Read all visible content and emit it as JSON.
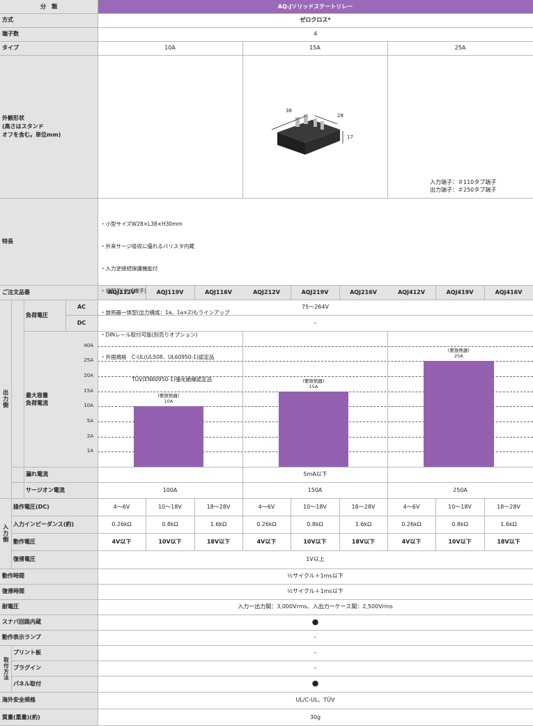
{
  "header": {
    "category_label": "分　類",
    "product_name": "AQ-Jソリッドステートリレー"
  },
  "rows": {
    "method": {
      "label": "方式",
      "value": "ゼロクロス*"
    },
    "terminals": {
      "label": "端子数",
      "value": "4"
    },
    "type": {
      "label": "タイプ",
      "values": [
        "10A",
        "15A",
        "25A"
      ]
    }
  },
  "appearance": {
    "label": "外観形状\n(高さはスタンド\nオフを含む。単位mm)",
    "dims": {
      "length": "38",
      "width": "28",
      "height": "17"
    },
    "terminal_note": "入力端子：＃110タブ端子\n出力端子：＃250タブ端子"
  },
  "features": {
    "label": "特長",
    "lines": [
      "・小型サイズW28×L38×H30mm",
      "・外来サージ吸収に優れるバリスタ内蔵",
      "・入力逆接続保護機能付",
      "・省配工(タブ端子)",
      "・放熱器一体型(出力構成：1a、1a×2)もラインアップ",
      "・DINレール取付可能(別売りオプション)",
      "・外国規格　C-UL(UL508、UL60950-1)認定品",
      "　　　　　　TÜV(EN60950-1)強化絶縁認定品"
    ]
  },
  "order_numbers": {
    "label": "ご注文品番",
    "values": [
      "AQJ112V",
      "AQJ119V",
      "AQJ116V",
      "AQJ212V",
      "AQJ219V",
      "AQJ216V",
      "AQJ412V",
      "AQJ419V",
      "AQJ416V"
    ]
  },
  "output_side": {
    "group_label": "出力側",
    "load_voltage": {
      "label": "負荷電圧",
      "ac_label": "AC",
      "ac_value": "75〜264V",
      "dc_label": "DC",
      "dc_value": "–"
    },
    "max_load_current": {
      "label": "最大容量\n負荷電流"
    },
    "leakage_current": {
      "label": "漏れ電流",
      "value": "5mA以下"
    },
    "surge_current": {
      "label": "サージオン電流",
      "values": [
        "100A",
        "150A",
        "250A"
      ]
    }
  },
  "chart_data": {
    "type": "bar",
    "categories": [
      "10A",
      "15A",
      "25A"
    ],
    "values": [
      10,
      15,
      25
    ],
    "bar_labels": [
      "(要放熱器)\n10A",
      "(要放熱器)\n15A",
      "(要放熱器)\n25A"
    ],
    "y_ticks": [
      "1A",
      "2A",
      "5A",
      "10A",
      "15A",
      "20A",
      "25A",
      "40A"
    ],
    "ylabel": "最大容量\n負荷電流",
    "grid": true,
    "bar_color": "#9461b0"
  },
  "input_side": {
    "group_label": "入力側",
    "operating_voltage": {
      "label": "操作電圧(DC)",
      "values": [
        "4〜6V",
        "10〜18V",
        "18〜28V",
        "4〜6V",
        "10〜18V",
        "18〜28V",
        "4〜6V",
        "10〜18V",
        "18〜28V"
      ]
    },
    "input_impedance": {
      "label": "入力インピーダンス(約)",
      "values": [
        "0.26kΩ",
        "0.8kΩ",
        "1.6kΩ",
        "0.26kΩ",
        "0.8kΩ",
        "1.6kΩ",
        "0.26kΩ",
        "0.8kΩ",
        "1.6kΩ"
      ]
    },
    "pickup_voltage": {
      "label": "動作電圧",
      "values": [
        "4V以下",
        "10V以下",
        "18V以下",
        "4V以下",
        "10V以下",
        "18V以下",
        "4V以下",
        "10V以下",
        "18V以下"
      ]
    },
    "dropout_voltage": {
      "label": "復帰電圧",
      "value": "1V以上"
    }
  },
  "bottom": {
    "operate_time": {
      "label": "動作時間",
      "value": "½サイクル＋1ms以下"
    },
    "release_time": {
      "label": "復帰時間",
      "value": "½サイクル＋1ms以下"
    },
    "dielectric": {
      "label": "耐電圧",
      "value": "入力ー出力間：3,000Vrms、入出力ーケース間：2,500Vrms"
    },
    "snubber": {
      "label": "スナバ回路内蔵",
      "value": "●"
    },
    "indicator": {
      "label": "動作表示ランプ",
      "value": "–"
    },
    "mounting_group_label": "取付方法",
    "pcb": {
      "label": "プリント板",
      "value": "–"
    },
    "plugin": {
      "label": "プラグイン",
      "value": "–"
    },
    "panel": {
      "label": "パネル取付",
      "value": "●"
    },
    "safety": {
      "label": "海外安全規格",
      "value": "UL/C-UL、TÜV"
    },
    "weight": {
      "label": "質量(重量)(約)",
      "value": "30g"
    }
  },
  "colors": {
    "header_purple": "#9a6ab8",
    "label_gray": "#e3e3e3",
    "bar_purple": "#9461b0"
  }
}
